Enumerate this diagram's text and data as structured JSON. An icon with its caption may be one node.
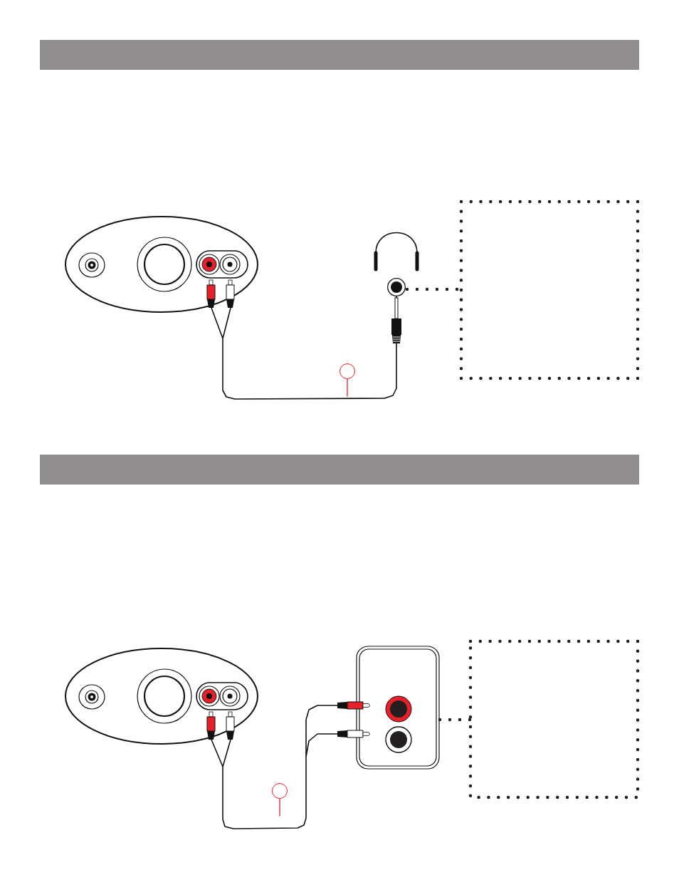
{
  "diagram": {
    "nodes": [
      {
        "text": [],
        "shape": "picture"
      },
      {
        "text": [],
        "shape": "circle"
      },
      {
        "text": [],
        "shape": "box"
      },
      {
        "text": [],
        "shape": "circle"
      },
      {
        "text": [],
        "shape": "picture"
      },
      {
        "text": [],
        "shape": "picture"
      },
      {
        "text": [],
        "shape": "box"
      },
      {
        "text": [],
        "shape": "circle"
      }
    ],
    "edges": [
      {
        "from": 0,
        "to": 1,
        "arrow": "none"
      },
      {
        "from": 1,
        "to": 2,
        "arrow": "none",
        "style": "dashed"
      },
      {
        "from": 3,
        "to": null,
        "arrow": "none",
        "color": "#e8202a"
      },
      {
        "from": 4,
        "to": 5,
        "arrow": "other"
      },
      {
        "from": 5,
        "to": 6,
        "arrow": "none",
        "style": "dashed"
      },
      {
        "from": 7,
        "to": null,
        "arrow": "none",
        "color": "#e8202a"
      }
    ]
  }
}
